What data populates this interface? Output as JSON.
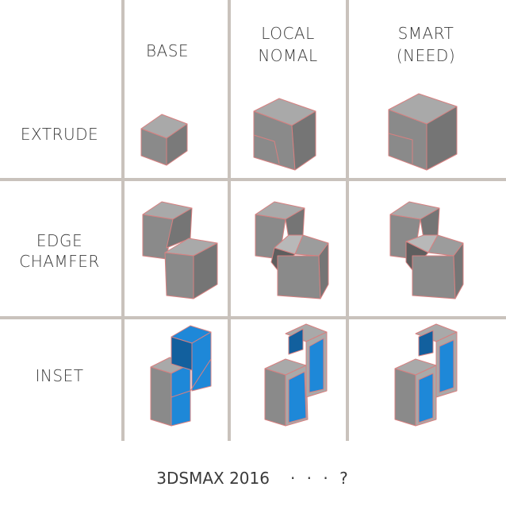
{
  "columns": [
    {
      "line1": "BASE",
      "line2": ""
    },
    {
      "line1": "LOCAL",
      "line2": "NOMAL"
    },
    {
      "line1": "SMART",
      "line2": "(NEED)"
    }
  ],
  "rows": [
    {
      "line1": "EXTRUDE",
      "line2": ""
    },
    {
      "line1": "EDGE",
      "line2": "CHAMFER"
    },
    {
      "line1": "INSET",
      "line2": ""
    }
  ],
  "caption": {
    "text": "3DSMAX 2016",
    "suffix": "· · · ?"
  },
  "colors": {
    "grid": "#c9c2bc",
    "cube_top": "#a9a9a9",
    "cube_left": "#8a8a8a",
    "cube_right": "#757575",
    "edge": "#d78080",
    "inset_blue": "#1e88d8",
    "inset_blue_dark": "#12609e"
  }
}
